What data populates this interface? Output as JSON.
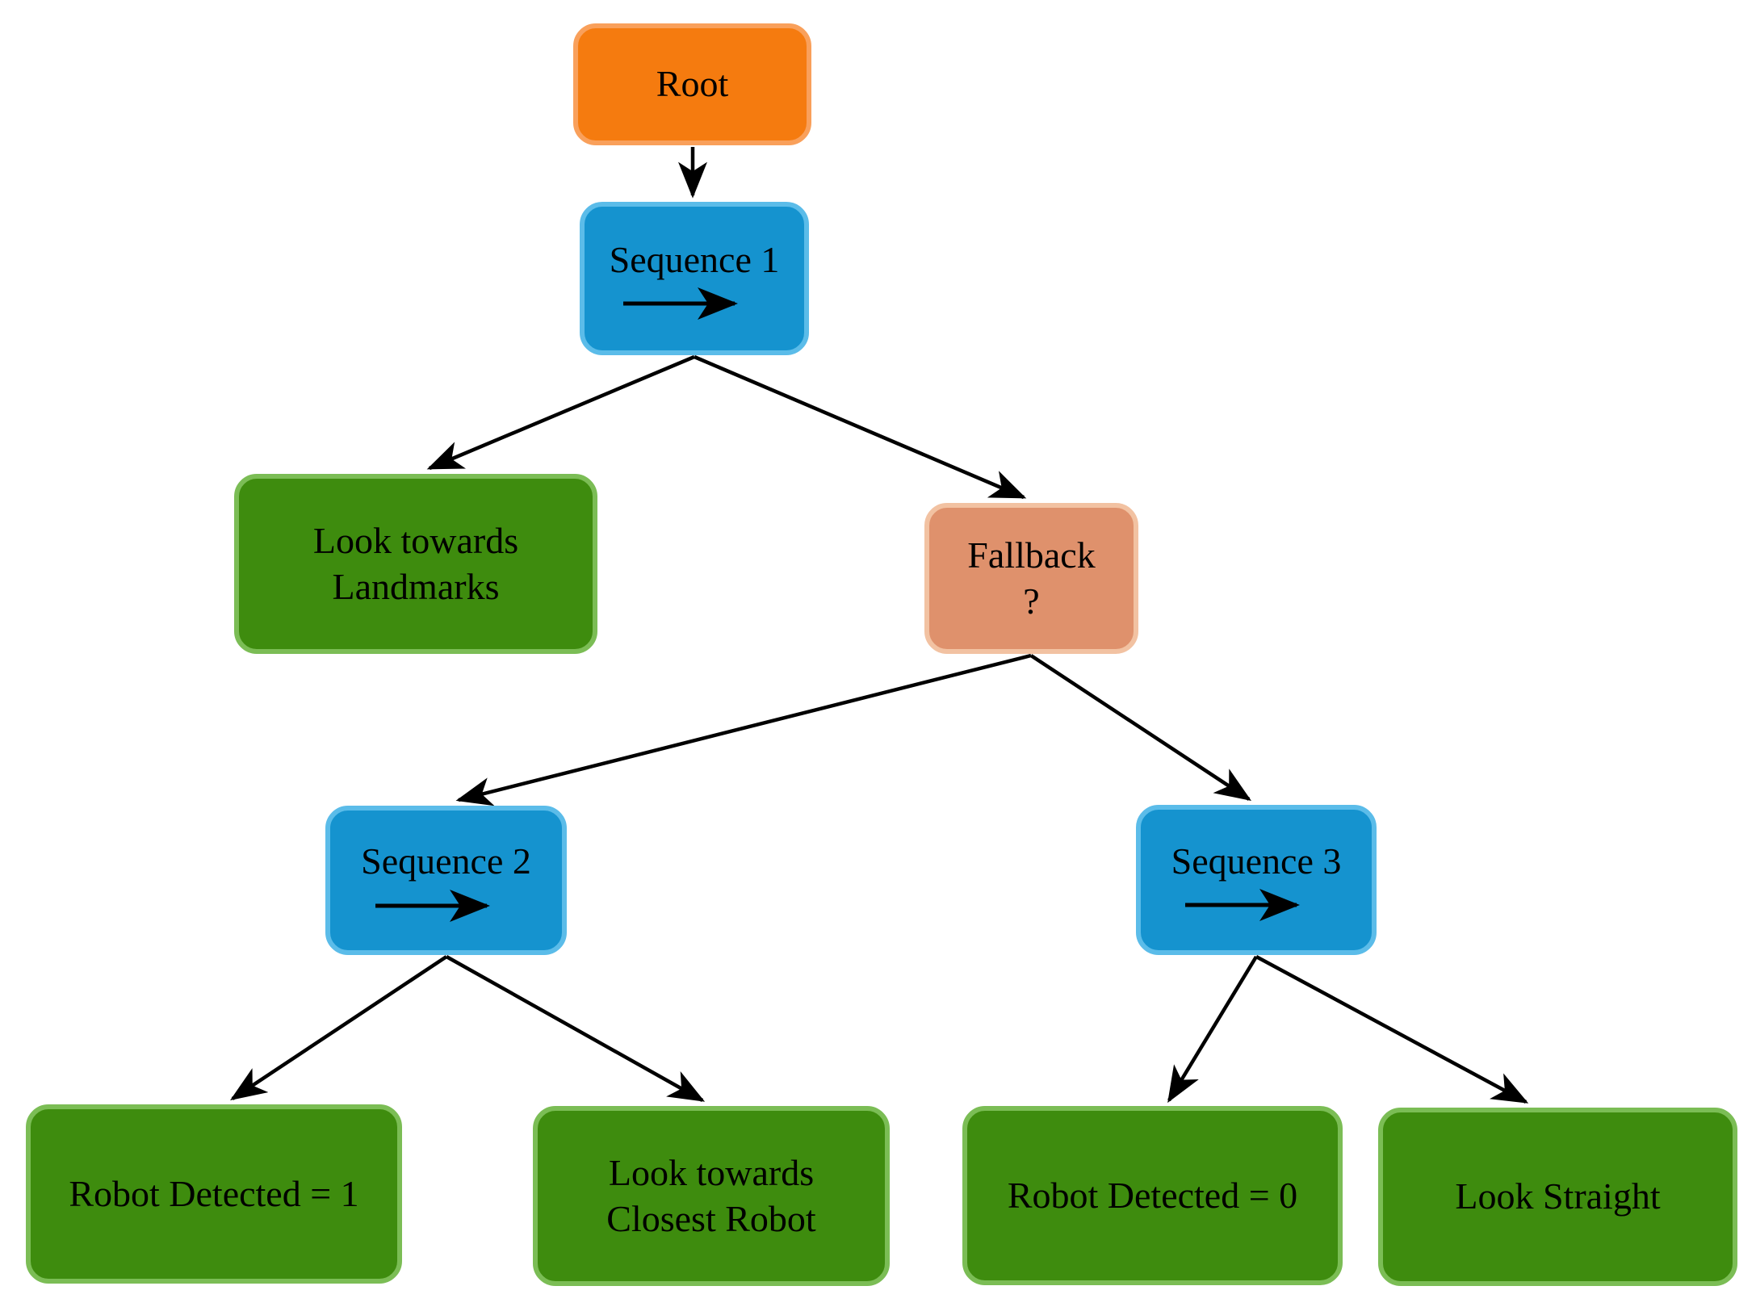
{
  "diagram": {
    "type": "behavior-tree",
    "background_color": "#FFFFFF",
    "node_colors": {
      "root_fill": "#F57B0F",
      "root_border": "#F9A05B",
      "sequence_fill": "#1593CF",
      "sequence_border": "#5BBCE9",
      "fallback_fill": "#DF916C",
      "fallback_border": "#F2C2A2",
      "action_fill": "#3E8C0E",
      "action_border": "#7BBD55",
      "edge_color": "#000000",
      "text_color": "#000000"
    },
    "nodes": {
      "root": {
        "label": "Root",
        "type": "root"
      },
      "seq1": {
        "label": "Sequence 1",
        "type": "sequence",
        "icon": "right-arrow"
      },
      "landmarks": {
        "label": "Look towards\nLandmarks",
        "type": "action"
      },
      "fallback": {
        "label": "Fallback\n?",
        "type": "fallback"
      },
      "seq2": {
        "label": "Sequence 2",
        "type": "sequence",
        "icon": "right-arrow"
      },
      "seq3": {
        "label": "Sequence 3",
        "type": "sequence",
        "icon": "right-arrow"
      },
      "rd1": {
        "label": "Robot Detected = 1",
        "type": "action"
      },
      "closest": {
        "label": "Look towards\nClosest Robot",
        "type": "action"
      },
      "rd0": {
        "label": "Robot Detected = 0",
        "type": "action"
      },
      "straight": {
        "label": "Look Straight",
        "type": "action"
      }
    },
    "edges": [
      {
        "from": "root",
        "to": "seq1"
      },
      {
        "from": "seq1",
        "to": "landmarks"
      },
      {
        "from": "seq1",
        "to": "fallback"
      },
      {
        "from": "fallback",
        "to": "seq2"
      },
      {
        "from": "fallback",
        "to": "seq3"
      },
      {
        "from": "seq2",
        "to": "rd1"
      },
      {
        "from": "seq2",
        "to": "closest"
      },
      {
        "from": "seq3",
        "to": "rd0"
      },
      {
        "from": "seq3",
        "to": "straight"
      }
    ]
  }
}
